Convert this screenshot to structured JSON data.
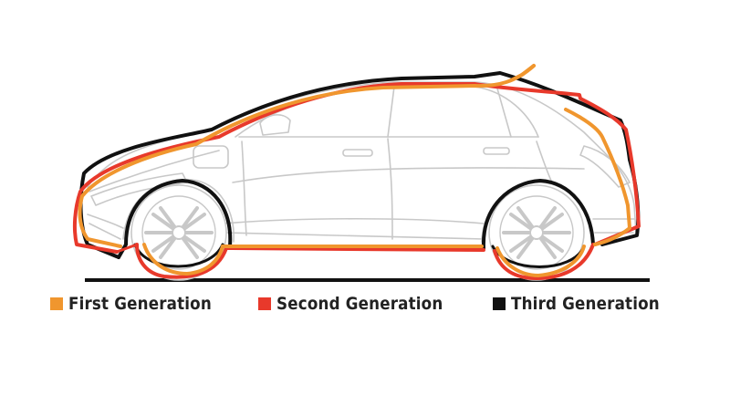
{
  "legend": [
    {
      "label": "First Generation",
      "color": "#f0962e"
    },
    {
      "label": "Second Generation",
      "color": "#e8392b"
    },
    {
      "label": "Third Generation",
      "color": "#111111"
    }
  ],
  "colors": {
    "first": "#f0962e",
    "second": "#e8392b",
    "third": "#111111",
    "sketch": "#c8c8c8",
    "ground": "#111111"
  }
}
